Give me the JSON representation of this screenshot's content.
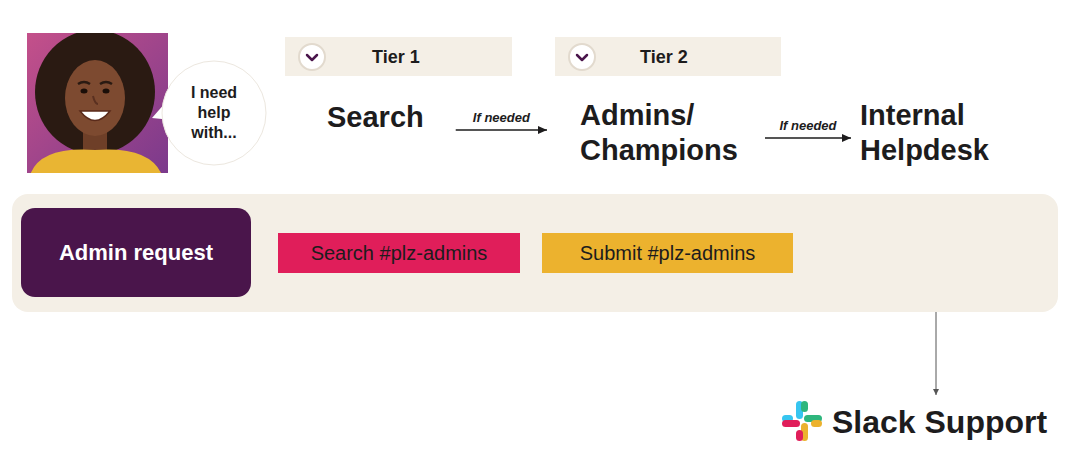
{
  "diagram": {
    "nodes": [
      {
        "text": [
          "I need help with..."
        ]
      },
      {
        "text": [
          "Tier 1"
        ]
      },
      {
        "text": [
          "Tier 2"
        ]
      },
      {
        "text": [
          "Search"
        ]
      },
      {
        "text": [
          "Admins/ Champions"
        ]
      },
      {
        "text": [
          "Internal Helpdesk"
        ]
      },
      {
        "text": []
      },
      {
        "text": [
          "Admin request"
        ],
        "in": 6
      },
      {
        "text": [
          "Search #plz-admins"
        ],
        "in": 6
      },
      {
        "text": [
          "Submit #plz-admins"
        ],
        "in": 6
      },
      {
        "text": [
          "Slack Support"
        ]
      }
    ],
    "edges": [
      {
        "from": 3,
        "to": 4,
        "arrow": "to",
        "label": "If needed"
      },
      {
        "from": 4,
        "to": 5,
        "arrow": "to",
        "label": "If needed"
      },
      {
        "from": 6,
        "to": 10,
        "arrow": "to"
      }
    ]
  }
}
